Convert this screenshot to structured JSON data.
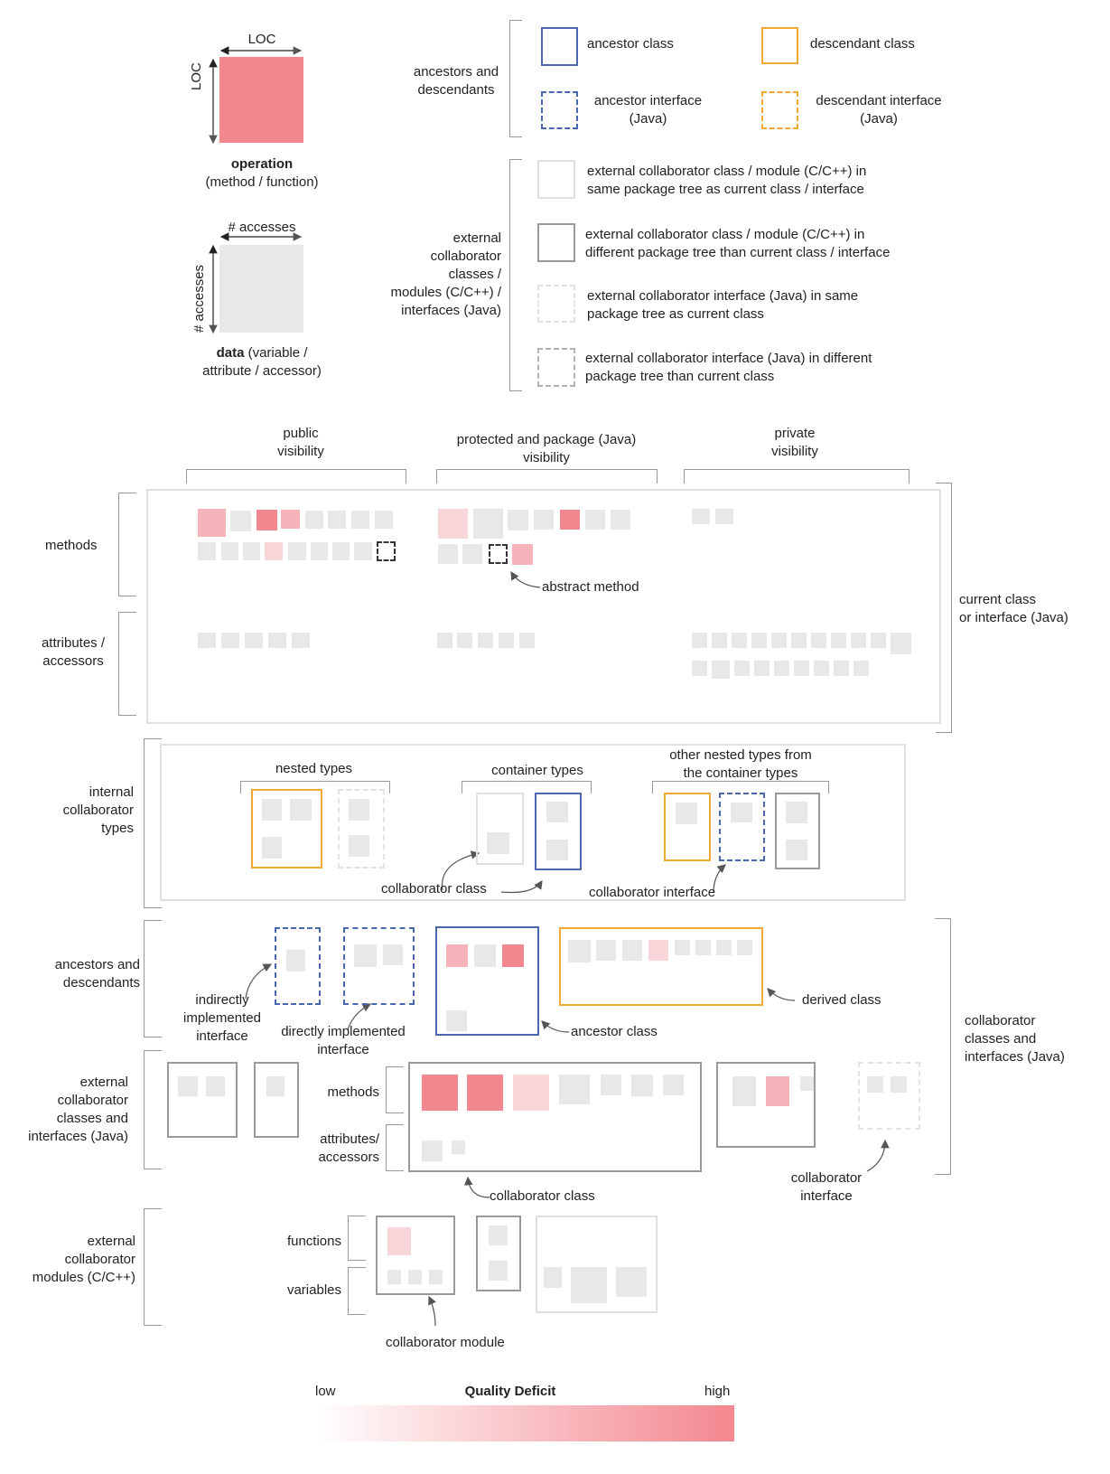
{
  "legend": {
    "loc_top": "LOC",
    "loc_side": "LOC",
    "operation_title": "operation",
    "operation_sub": "(method / function)",
    "accesses_top": "# accesses",
    "accesses_side": "# accesses",
    "data_title": "data",
    "data_sub1": " (variable /",
    "data_sub2": "attribute / accessor)",
    "anc_group": [
      "ancestors and",
      "descendants"
    ],
    "ancestor_class": "ancestor class",
    "descendant_class": "descendant class",
    "ancestor_interface": [
      "ancestor interface",
      "(Java)"
    ],
    "descendant_interface": [
      "descendant interface",
      "(Java)"
    ],
    "ext_group": [
      "external",
      "collaborator",
      "classes /",
      "modules (C/C++) /",
      "interfaces (Java)"
    ],
    "ext1": [
      "external collaborator class / module (C/C++) in",
      "same package tree as current class / interface"
    ],
    "ext2": [
      "external collaborator class / module (C/C++) in",
      "different package tree than current class / interface"
    ],
    "ext3": [
      "external collaborator interface (Java) in same",
      "package tree as current class"
    ],
    "ext4": [
      "external collaborator interface (Java) in different",
      "package tree than current class"
    ]
  },
  "visibility": {
    "public": [
      "public",
      "visibility"
    ],
    "protected": [
      "protected and package (Java)",
      "visibility"
    ],
    "private": [
      "private",
      "visibility"
    ]
  },
  "rows": {
    "methods": "methods",
    "attributes": [
      "attributes /",
      "accessors"
    ],
    "current_class": [
      "current class",
      "or interface (Java)"
    ],
    "abstract_method": "abstract method",
    "internal": [
      "internal",
      "collaborator",
      "types"
    ],
    "nested_types": "nested types",
    "container_types": "container types",
    "other_nested": [
      "other nested types from",
      "the container types"
    ],
    "collaborator_class": "collaborator class",
    "collaborator_interface": "collaborator interface",
    "anc_desc": [
      "ancestors and",
      "descendants"
    ],
    "indirect": [
      "indirectly",
      "implemented",
      "interface"
    ],
    "direct": [
      "directly implemented",
      "interface"
    ],
    "ancestor_class": "ancestor class",
    "derived_class": "derived class",
    "collab_group": [
      "collaborator",
      "classes and",
      "interfaces (Java)"
    ],
    "ext_classes": [
      "external",
      "collaborator",
      "classes and",
      "interfaces (Java)"
    ],
    "ext_methods": "methods",
    "ext_attrs": [
      "attributes/",
      "accessors"
    ],
    "ext_collab_class": "collaborator class",
    "ext_collab_interface": [
      "collaborator",
      "interface"
    ],
    "ext_modules": [
      "external",
      "collaborator",
      "modules (C/C++)"
    ],
    "functions": "functions",
    "variables": "variables",
    "collab_module": "collaborator module"
  },
  "scale": {
    "low": "low",
    "title": "Quality Deficit",
    "high": "high",
    "color_low": "#ffffff",
    "color_high": "#f3878f"
  }
}
